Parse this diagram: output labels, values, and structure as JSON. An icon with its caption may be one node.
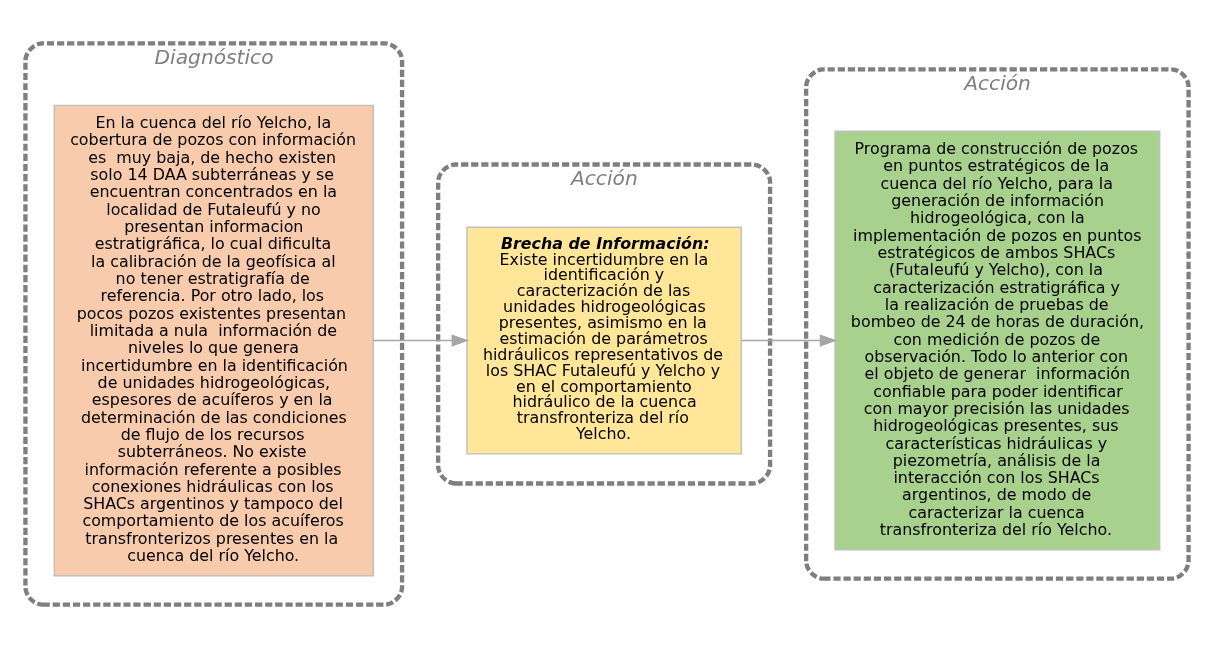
{
  "diagram": {
    "nodes": [
      {
        "text": [
          "Diagnóstico"
        ]
      },
      {
        "text": [
          "En la cuenca del río Yelcho, la cobertura de pozos con información es  muy baja, de hecho existen solo 14 DAA subterráneas y se encuentran concentrados en la localidad de Futaleufú y no presentan informacion estratigráfica, lo cual dificulta la calibración de la geofísica al no tener estratigrafía de referencia. Por otro lado, los pocos pozos existentes presentan limitada a nula  información de niveles lo que genera incertidumbre en la identificación de unidades hidrogeológicas, espesores de acuíferos y en la determinación de las condiciones de flujo de los recursos subterráneos. No existe información referente a posibles conexiones hidráulicas con los SHACs argentinos y tampoco del comportamiento de los acuíferos transfronterizos presentes en la cuenca del río Yelcho."
        ],
        "in": 0
      },
      {
        "text": [
          "Acción"
        ]
      },
      {
        "text": [
          "Brecha de Información:",
          "Existe incertidumbre en la identificación y caracterización de las unidades hidrogeológicas presentes, asimismo en la estimación de parámetros hidráulicos representativos de los SHAC Futaleufú y Yelcho y en el comportamiento hidráulico de la cuenca transfronteriza del río Yelcho."
        ],
        "in": 2
      },
      {
        "text": [
          "Acción"
        ]
      },
      {
        "text": [
          "Programa de construcción de pozos en puntos estratégicos de la cuenca del río Yelcho, para la generación de información hidrogeológica, con la implementación de pozos en puntos estratégicos de ambos SHACs (Futaleufú y Yelcho), con la caracterización estratigráfica y la realización de pruebas de bombeo de 24 de horas de duración, con medición de pozos de observación. Todo lo anterior con el objeto de generar  información confiable para poder identificar con mayor precisión las unidades hidrogeológicas presentes, sus características hidráulicas y piezometría, análisis de la interacción con los SHACs argentinos, de modo de caracterizar la cuenca transfronteriza del río Yelcho."
        ],
        "in": 4
      }
    ],
    "edges": [
      {
        "from": 1,
        "to": 3,
        "arrow": "to"
      },
      {
        "from": 3,
        "to": 5,
        "arrow": "to"
      }
    ]
  }
}
